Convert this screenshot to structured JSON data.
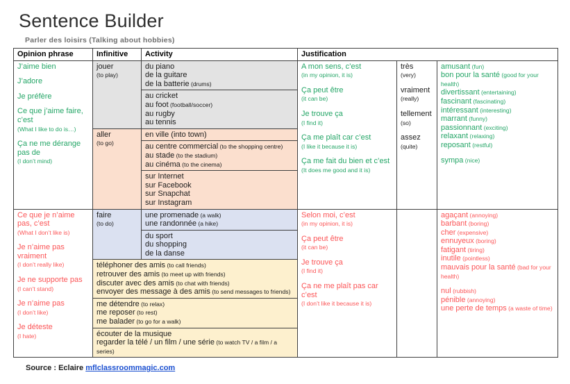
{
  "header": {
    "title": "Sentence Builder",
    "subtitle": "Parler des loisirs (Talking about hobbies)"
  },
  "columns": {
    "opinion": "Opinion phrase",
    "infinitive": "Infinitive",
    "activity": "Activity",
    "justification": "Justification"
  },
  "positive": {
    "opinions": [
      {
        "fr": "J’aime bien",
        "en": ""
      },
      {
        "fr": "J’adore",
        "en": ""
      },
      {
        "fr": "Je préfère",
        "en": ""
      },
      {
        "fr": "Ce que j’aime faire, c’est",
        "en": "(What I like to do is…)"
      },
      {
        "fr": "Ça ne me dérange pas de",
        "en": "(I don’t mind)"
      }
    ],
    "infinitives": [
      {
        "fr": "jouer",
        "en": "(to play)"
      },
      {
        "fr": "aller",
        "en": "(to go)"
      }
    ],
    "activity_groups": [
      {
        "fill": "gray",
        "items": [
          {
            "fr": "du piano",
            "en": ""
          },
          {
            "fr": "de la guitare",
            "en": ""
          },
          {
            "fr": "de la batterie",
            "en": "(drums)"
          }
        ]
      },
      {
        "fill": "gray",
        "items": [
          {
            "fr": "au cricket",
            "en": ""
          },
          {
            "fr": "au foot",
            "en": "(football/soccer)"
          },
          {
            "fr": "au rugby",
            "en": ""
          },
          {
            "fr": "au tennis",
            "en": ""
          }
        ]
      },
      {
        "fill": "peach",
        "items": [
          {
            "fr": "en ville (into town)",
            "en": ""
          }
        ]
      },
      {
        "fill": "peach",
        "items": [
          {
            "fr": "au centre commercial",
            "en": "(to the shopping centre)"
          },
          {
            "fr": "au stade",
            "en": "(to the stadium)"
          },
          {
            "fr": "au cinéma",
            "en": "(to the cinema)"
          }
        ]
      },
      {
        "fill": "peach",
        "items": [
          {
            "fr": "sur Internet",
            "en": ""
          },
          {
            "fr": "sur Facebook",
            "en": ""
          },
          {
            "fr": "sur Snapchat",
            "en": ""
          },
          {
            "fr": "sur Instagram",
            "en": ""
          }
        ]
      }
    ],
    "justifications": [
      {
        "fr": "A mon sens, c’est",
        "en": "(in my opinion, it is)"
      },
      {
        "fr": "Ça peut être",
        "en": "(it can be)"
      },
      {
        "fr": "Je trouve ça",
        "en": "(I find it)"
      },
      {
        "fr": "Ça me plaît car c’est",
        "en": "(I like it because it is)"
      },
      {
        "fr": "Ça me fait du bien et c’est",
        "en": "(It does me good and it is)"
      }
    ],
    "intensifiers": [
      {
        "fr": "très",
        "en": "(very)"
      },
      {
        "fr": "vraiment",
        "en": "(really)"
      },
      {
        "fr": "tellement",
        "en": "(so)"
      },
      {
        "fr": "assez",
        "en": "(quite)"
      }
    ],
    "adjectives": [
      {
        "fr": "amusant",
        "en": "(fun)"
      },
      {
        "fr": "bon pour la santé",
        "en": "(good for your health)"
      },
      {
        "fr": "divertissant",
        "en": "(entertaining)"
      },
      {
        "fr": "fascinant",
        "en": "(fascinating)"
      },
      {
        "fr": "intéressant",
        "en": "(interesting)"
      },
      {
        "fr": "marrant",
        "en": "(funny)"
      },
      {
        "fr": "passionnant",
        "en": "(exciting)"
      },
      {
        "fr": "relaxant",
        "en": "(relaxing)"
      },
      {
        "fr": "reposant",
        "en": "(restful)"
      }
    ],
    "adjectives_extra": [
      {
        "fr": "sympa",
        "en": "(nice)"
      }
    ]
  },
  "negative": {
    "opinions": [
      {
        "fr": "Ce que je n’aime pas, c’est",
        "en": "(What I don’t like is)"
      },
      {
        "fr": "Je n’aime pas vraiment",
        "en": "(I don’t really like)"
      },
      {
        "fr": "Je ne supporte pas",
        "en": "(I can’t stand)"
      },
      {
        "fr": "Je n’aime pas",
        "en": "(I don’t like)"
      },
      {
        "fr": "Je déteste",
        "en": "(I hate)"
      }
    ],
    "infinitives": [
      {
        "fr": "faire",
        "en": "(to do)"
      }
    ],
    "activity_groups": [
      {
        "fill": "blue",
        "items": [
          {
            "fr": "une promenade",
            "en": "(a walk)"
          },
          {
            "fr": "une randonnée",
            "en": "(a hike)"
          }
        ]
      },
      {
        "fill": "blue",
        "items": [
          {
            "fr": "du sport",
            "en": ""
          },
          {
            "fr": "du shopping",
            "en": ""
          },
          {
            "fr": "de la danse",
            "en": ""
          }
        ]
      },
      {
        "fill": "cream",
        "items": [
          {
            "fr": "téléphoner des amis",
            "en": "(to call friends)"
          },
          {
            "fr": "retrouver des amis",
            "en": "(to meet up with friends)"
          },
          {
            "fr": "discuter avec des amis",
            "en": "(to chat with friends)"
          },
          {
            "fr": "envoyer des message à des amis",
            "en": "(to send messages to friends)"
          }
        ]
      },
      {
        "fill": "cream",
        "items": [
          {
            "fr": "me détendre",
            "en": "(to relax)"
          },
          {
            "fr": "me reposer",
            "en": "(to rest)"
          },
          {
            "fr": "me balader",
            "en": "(to go for a walk)"
          }
        ]
      },
      {
        "fill": "cream",
        "items": [
          {
            "fr": "écouter de la musique",
            "en": ""
          },
          {
            "fr": "regarder la télé / un film / une série",
            "en": "(to watch TV / a film / a series)"
          }
        ]
      }
    ],
    "justifications": [
      {
        "fr": "Selon moi, c’est",
        "en": "(in my opinion, it is)"
      },
      {
        "fr": "Ça peut être",
        "en": "(it can be)"
      },
      {
        "fr": "Je trouve ça",
        "en": "(I find it)"
      },
      {
        "fr": "Ça ne me plaît pas car c’est",
        "en": "(I don’t like it because it is)"
      }
    ],
    "intensifiers": [],
    "adjectives": [
      {
        "fr": "agaçant",
        "en": "(annoying)"
      },
      {
        "fr": "barbant",
        "en": "(boring)"
      },
      {
        "fr": "cher",
        "en": "(expensive)"
      },
      {
        "fr": "ennuyeux",
        "en": "(boring)"
      },
      {
        "fr": "fatigant",
        "en": "(tiring)"
      },
      {
        "fr": "inutile",
        "en": "(pointless)"
      },
      {
        "fr": "mauvais pour la santé",
        "en": "(bad for your health)"
      }
    ],
    "adjectives_extra": [
      {
        "fr": "nul",
        "en": "(rubbish)"
      },
      {
        "fr": "pénible",
        "en": "(annoying)"
      },
      {
        "fr": "une perte de temps",
        "en": "(a waste of time)"
      }
    ]
  },
  "footer": {
    "source_label": "Source : Eclaire",
    "source_link": "mflclassroommagic.com"
  },
  "colors": {
    "green": "#23a566",
    "red": "#fb5456",
    "gray_fill": "#e3e3e3",
    "peach_fill": "#fbdfce",
    "blue_fill": "#dbe1f1",
    "cream_fill": "#fdf0ce",
    "link": "#1a4fd0"
  }
}
